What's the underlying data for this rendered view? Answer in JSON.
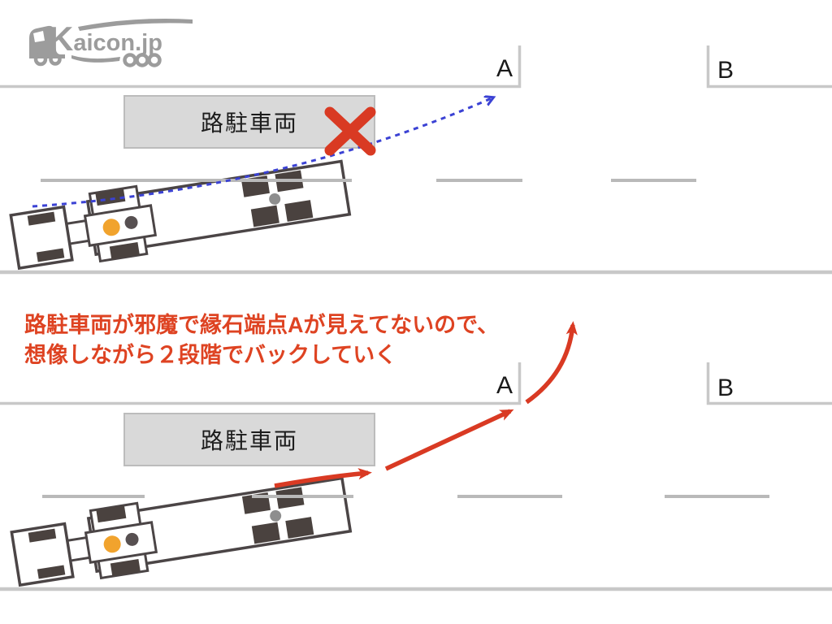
{
  "logo": {
    "initial": "K",
    "rest": "aicon.jp",
    "full_name": "Kaicon.jp"
  },
  "colors": {
    "accent_red": "#d93a23",
    "annotation_red": "#de4322",
    "arrow_blue": "#3b42d4",
    "road_gray": "#c8c8c8",
    "lane_gray": "#b9b9b9",
    "truck_outline": "#4b4546",
    "wheel_dark": "#4a423f",
    "dot_orange": "#f1a32d",
    "dot_gray": "#8e8e8e",
    "box_fill": "#d9d9d9",
    "box_border": "#bcbcbc",
    "logo_gray": "#9c9c9c"
  },
  "scene_top": {
    "parked_vehicle_label": "路駐車両",
    "curb_point_a": "A",
    "curb_point_b": "B"
  },
  "scene_bottom": {
    "parked_vehicle_label": "路駐車両",
    "curb_point_a": "A",
    "curb_point_b": "B",
    "annotation_line1": "路駐車両が邪魔で縁石端点Aが見えてないので、",
    "annotation_line2": "想像しながら２段階でバックしていく"
  }
}
